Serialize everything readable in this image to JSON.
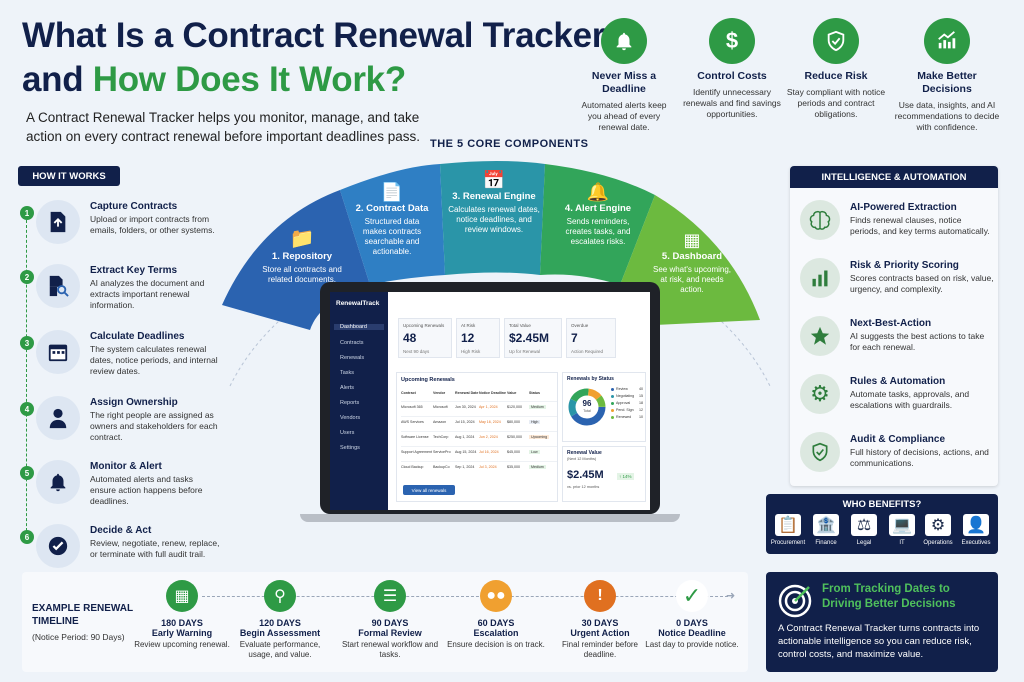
{
  "header": {
    "title_line1": "What Is a Contract Renewal Tracker",
    "title_line2_a": "and ",
    "title_line2_b": "How Does It Work?",
    "intro": "A Contract Renewal Tracker helps you monitor, manage, and take action on every contract renewal before important deadlines pass."
  },
  "benefits": [
    {
      "title": "Never Miss a Deadline",
      "desc": "Automated alerts keep you ahead of every renewal date.",
      "icon": "bell-icon"
    },
    {
      "title": "Control Costs",
      "desc": "Identify unnecessary renewals and find savings opportunities.",
      "icon": "dollar-icon"
    },
    {
      "title": "Reduce Risk",
      "desc": "Stay compliant with notice periods and contract obligations.",
      "icon": "shield-check-icon"
    },
    {
      "title": "Make Better Decisions",
      "desc": "Use data, insights, and AI recommendations to decide with confidence.",
      "icon": "trend-up-icon"
    }
  ],
  "core_title": "THE 5 CORE COMPONENTS",
  "components": [
    {
      "title": "1. Repository",
      "desc": "Store all contracts and related documents.",
      "color": "#2b63b0",
      "icon": "folder-icon"
    },
    {
      "title": "2. Contract Data",
      "desc": "Structured data makes contracts searchable and actionable.",
      "color": "#2f7fc4",
      "icon": "document-icon"
    },
    {
      "title": "3. Renewal Engine",
      "desc": "Calculates renewal dates, notice deadlines, and review windows.",
      "color": "#2a95a8",
      "icon": "calendar-icon"
    },
    {
      "title": "4. Alert Engine",
      "desc": "Sends reminders, creates tasks, and escalates risks.",
      "color": "#32a55a",
      "icon": "bell-icon"
    },
    {
      "title": "5. Dashboard",
      "desc": "See what's upcoming, at risk, and needs action.",
      "color": "#6cba3f",
      "icon": "dashboard-icon"
    }
  ],
  "how_it_works": {
    "label": "HOW IT WORKS",
    "steps": [
      {
        "num": "1",
        "title": "Capture Contracts",
        "desc": "Upload or import contracts from emails, folders, or other systems.",
        "icon": "upload-document-icon"
      },
      {
        "num": "2",
        "title": "Extract Key Terms",
        "desc": "AI analyzes the document and extracts important renewal information.",
        "icon": "document-search-icon"
      },
      {
        "num": "3",
        "title": "Calculate Deadlines",
        "desc": "The system calculates renewal dates, notice periods, and internal review dates.",
        "icon": "calendar-icon"
      },
      {
        "num": "4",
        "title": "Assign Ownership",
        "desc": "The right people are assigned as owners and stakeholders for each contract.",
        "icon": "person-icon"
      },
      {
        "num": "5",
        "title": "Monitor & Alert",
        "desc": "Automated alerts and tasks ensure action happens before deadlines.",
        "icon": "bell-icon"
      },
      {
        "num": "6",
        "title": "Decide & Act",
        "desc": "Review, negotiate, renew, replace, or terminate with full audit trail.",
        "icon": "check-circle-icon"
      }
    ]
  },
  "intelligence": {
    "label": "INTELLIGENCE & AUTOMATION",
    "items": [
      {
        "title": "AI-Powered Extraction",
        "desc": "Finds renewal clauses, notice periods, and key terms automatically.",
        "icon": "brain-icon"
      },
      {
        "title": "Risk & Priority Scoring",
        "desc": "Scores contracts based on risk, value, urgency, and complexity.",
        "icon": "bar-chart-icon"
      },
      {
        "title": "Next-Best-Action",
        "desc": "AI suggests the best actions to take for each renewal.",
        "icon": "star-icon"
      },
      {
        "title": "Rules & Automation",
        "desc": "Automate tasks, approvals, and escalations with guardrails.",
        "icon": "gear-icon"
      },
      {
        "title": "Audit & Compliance",
        "desc": "Full history of decisions, actions, and communications.",
        "icon": "shield-check-icon"
      }
    ]
  },
  "who": {
    "label": "WHO BENEFITS?",
    "items": [
      "Procurement",
      "Finance",
      "Legal",
      "IT",
      "Operations",
      "Executives"
    ]
  },
  "cta": {
    "title": "From Tracking Dates to Driving Better Decisions",
    "desc": "A Contract Renewal Tracker turns contracts into actionable intelligence so you can reduce risk, control costs, and maximize value."
  },
  "timeline": {
    "title": "EXAMPLE RENEWAL TIMELINE",
    "sub": "(Notice Period: 90 Days)",
    "steps": [
      {
        "days": "180 DAYS",
        "name": "Early Warning",
        "desc": "Review upcoming renewal.",
        "color": "#2e9a45"
      },
      {
        "days": "120 DAYS",
        "name": "Begin Assessment",
        "desc": "Evaluate performance, usage, and value.",
        "color": "#2e9a45"
      },
      {
        "days": "90 DAYS",
        "name": "Formal Review",
        "desc": "Start renewal workflow and tasks.",
        "color": "#2e9a45"
      },
      {
        "days": "60 DAYS",
        "name": "Escalation",
        "desc": "Ensure decision is on track.",
        "color": "#f0a030"
      },
      {
        "days": "30 DAYS",
        "name": "Urgent Action",
        "desc": "Final reminder before deadline.",
        "color": "#e07020"
      },
      {
        "days": "0 DAYS",
        "name": "Notice Deadline",
        "desc": "Last day to provide notice.",
        "color": "#2e9a45"
      }
    ]
  },
  "app": {
    "logo": "RenewalTrack",
    "nav": [
      "Dashboard",
      "Contracts",
      "Renewals",
      "Tasks",
      "Alerts",
      "Reports",
      "Vendors",
      "Users",
      "Settings"
    ],
    "kpis": [
      {
        "label": "Upcoming Renewals",
        "value": "48",
        "sub": "Next 90 days"
      },
      {
        "label": "At Risk",
        "value": "12",
        "sub": "High Risk"
      },
      {
        "label": "Total Value",
        "value": "$2.45M",
        "sub": "Up for Renewal"
      },
      {
        "label": "Overdue",
        "value": "7",
        "sub": "Action Required"
      }
    ],
    "table_title": "Upcoming Renewals",
    "table_headers": [
      "Contract",
      "Vendor",
      "Renewal Date",
      "Notice Deadline",
      "Value",
      "Status"
    ],
    "rows": [
      [
        "Microsoft 365",
        "Microsoft",
        "Jun 30, 2024",
        "Apr 1, 2024",
        "$120,000",
        "Medium"
      ],
      [
        "AWS Services",
        "Amazon",
        "Jul 15, 2024",
        "May 16, 2024",
        "$80,000",
        "High"
      ],
      [
        "Software License",
        "TechCorp",
        "Aug 1, 2024",
        "Jun 2, 2024",
        "$250,000",
        "Upcoming"
      ],
      [
        "Support Agreement",
        "ServicePro",
        "Aug 15, 2024",
        "Jul 16, 2024",
        "$45,000",
        "Low"
      ],
      [
        "Cloud Backup",
        "BackupCo",
        "Sep 1, 2024",
        "Jul 3, 2024",
        "$35,000",
        "Medium"
      ]
    ],
    "view_all": "View all renewals",
    "status_title": "Renewals by Status",
    "donut_total": "96",
    "donut_sub": "Total",
    "status_items": [
      {
        "label": "Review",
        "value": "40"
      },
      {
        "label": "Negotiating",
        "value": "15"
      },
      {
        "label": "Approval",
        "value": "18"
      },
      {
        "label": "Pend. Sign",
        "value": "12"
      },
      {
        "label": "Renewed",
        "value": "10"
      }
    ],
    "value_title": "Renewal Value",
    "value_sub": "(Next 12 Months)",
    "value_amount": "$2.45M",
    "value_change": "↑ 14%",
    "value_note": "vs. prior 12 months"
  }
}
